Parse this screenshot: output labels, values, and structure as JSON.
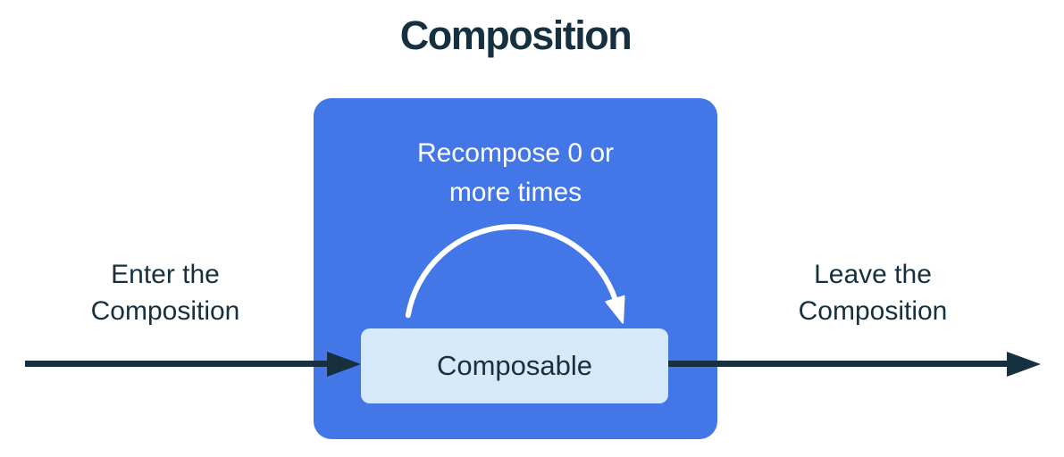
{
  "title": "Composition",
  "colors": {
    "primary_blue": "#4377e8",
    "light_blue": "#d6e9fb",
    "dark_navy": "#16303f",
    "white": "#ffffff"
  },
  "flow": {
    "enter_label": "Enter the Composition",
    "leave_label": "Leave the Composition"
  },
  "composition_box": {
    "recompose_label": "Recompose 0 or more times",
    "composable_label": "Composable"
  }
}
